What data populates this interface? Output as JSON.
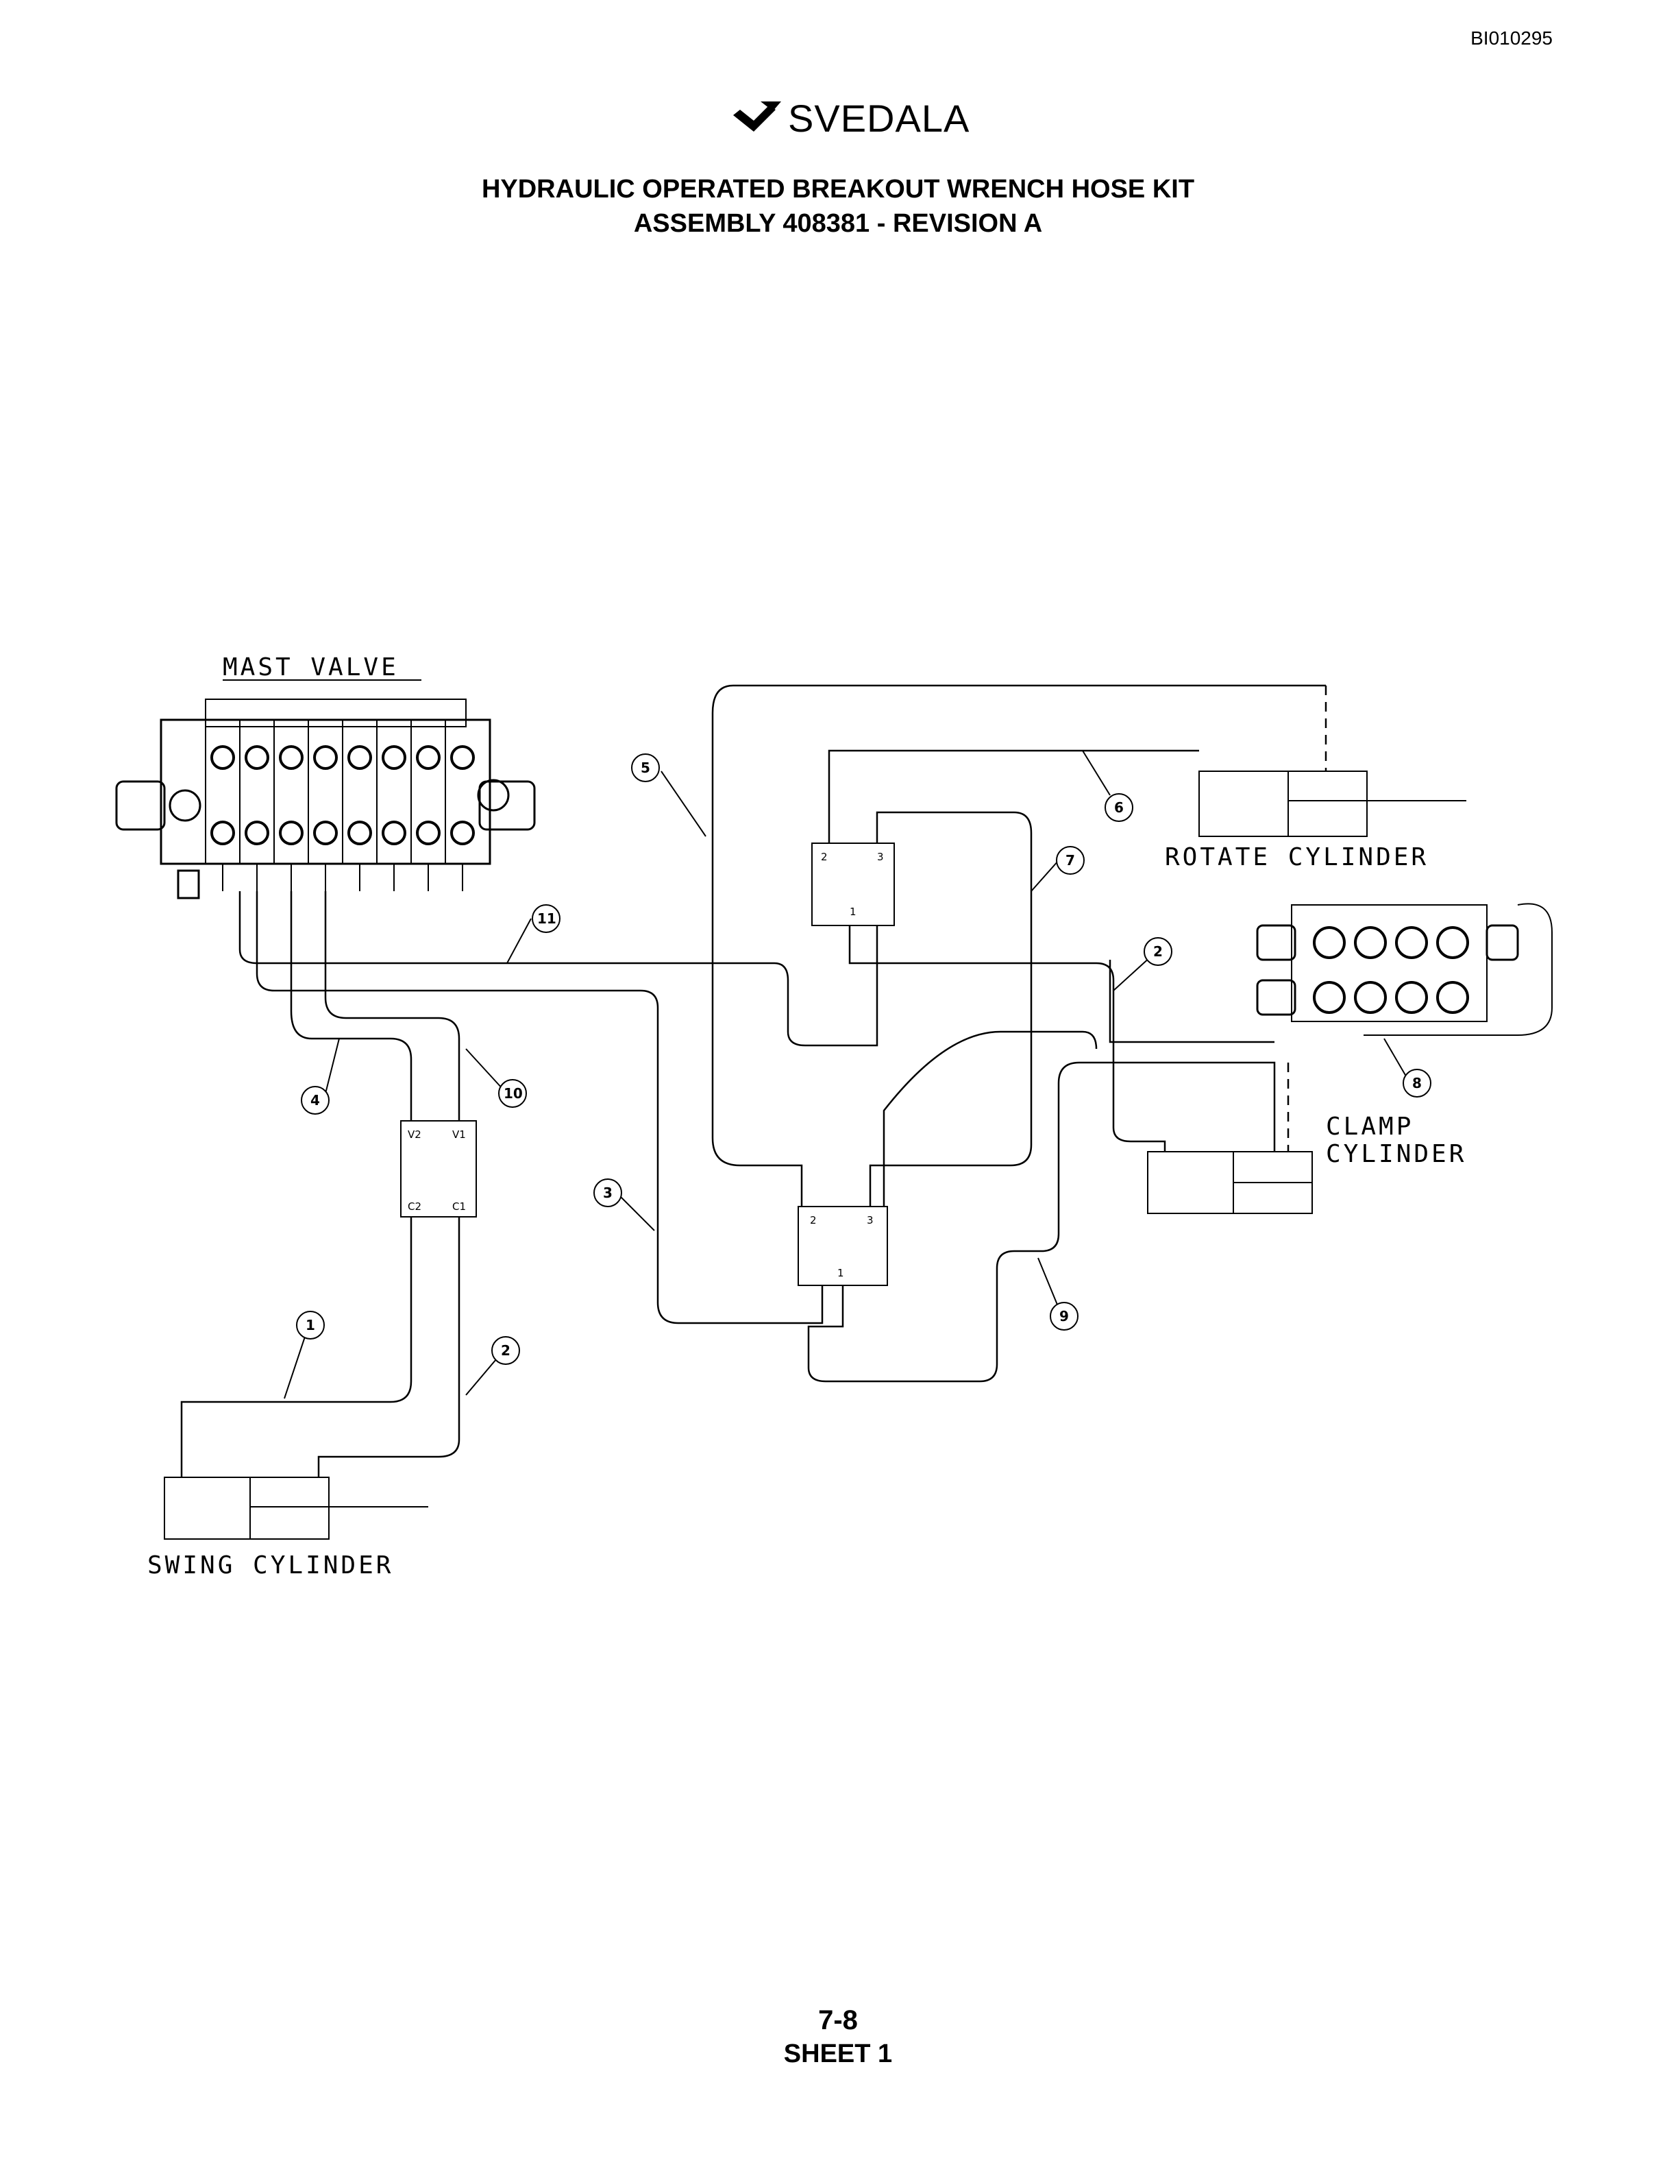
{
  "header": {
    "doc_id": "BI010295",
    "brand": "SVEDALA",
    "title_line1": "HYDRAULIC OPERATED BREAKOUT WRENCH HOSE KIT",
    "title_line2": "ASSEMBLY 408381 - REVISION A"
  },
  "labels": {
    "mast_valve": "MAST VALVE",
    "rotate_cylinder": "ROTATE CYLINDER",
    "clamp_cylinder_1": "CLAMP",
    "clamp_cylinder_2": "CYLINDER",
    "swing_cylinder": "SWING CYLINDER"
  },
  "valve_ports": {
    "upper": {
      "p2": "2",
      "p3": "3",
      "p1": "1"
    },
    "lower": {
      "p2": "2",
      "p3": "3",
      "p1": "1"
    },
    "counterbalance": {
      "v2": "V2",
      "v1": "V1",
      "c2": "C2",
      "c1": "C1"
    }
  },
  "callouts": {
    "c1": "1",
    "c2a": "2",
    "c2b": "2",
    "c3": "3",
    "c4": "4",
    "c5": "5",
    "c6": "6",
    "c7": "7",
    "c8": "8",
    "c9": "9",
    "c10": "10",
    "c11": "11"
  },
  "footer": {
    "page_number": "7-8",
    "sheet": "SHEET 1"
  }
}
